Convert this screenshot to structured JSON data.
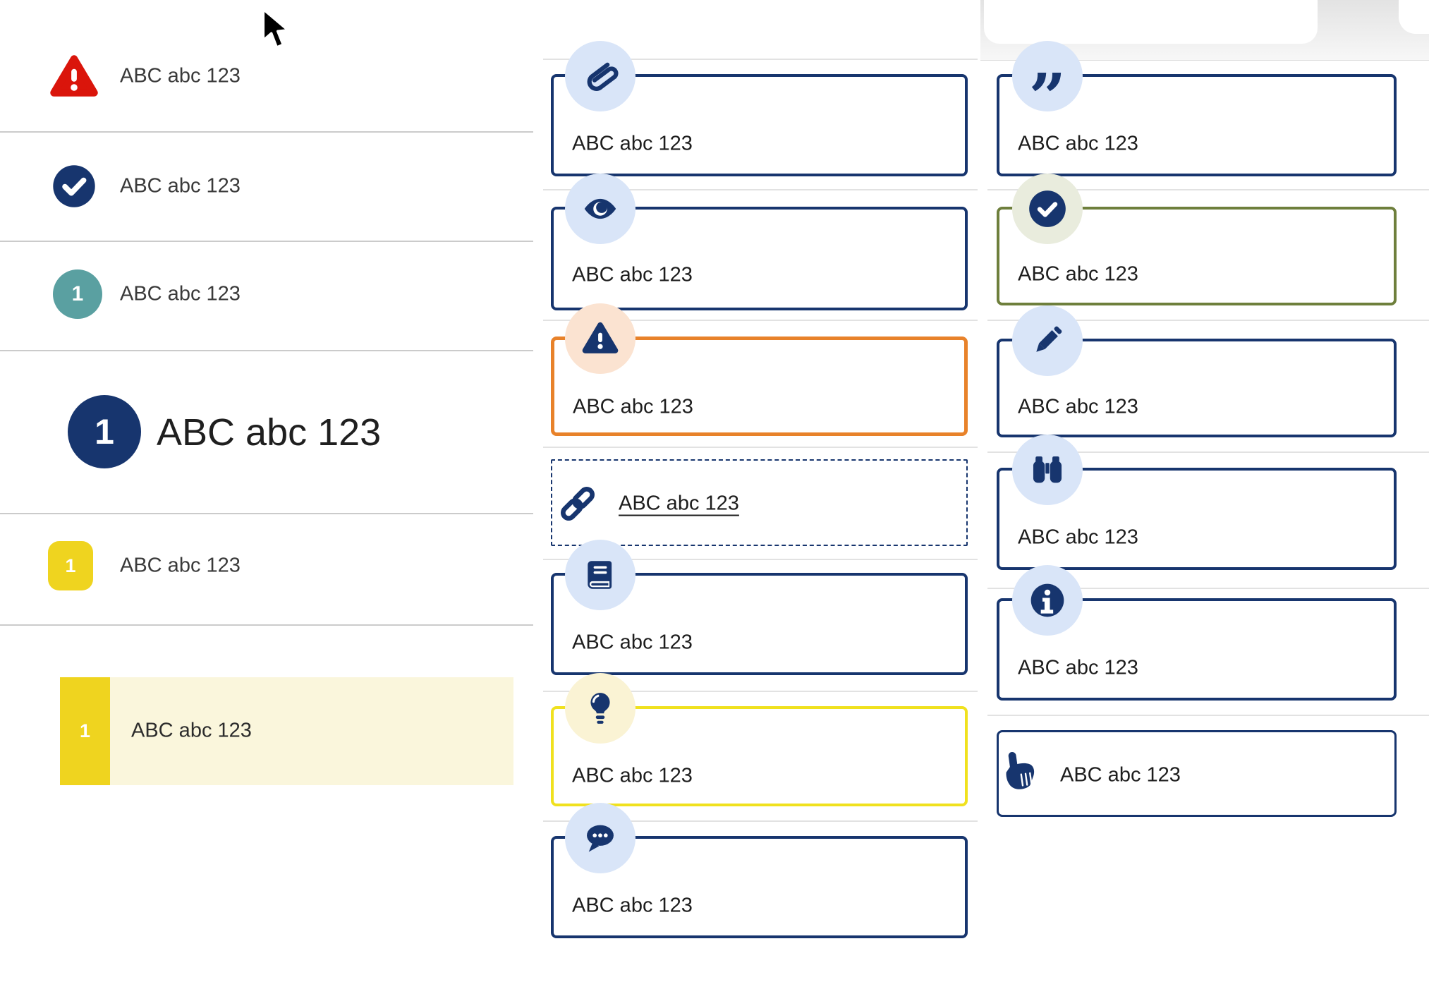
{
  "palette": {
    "navy": "#17356e",
    "red": "#da150b",
    "teal": "#5aa0a1",
    "orange_border": "#e8822a",
    "olive_border": "#6e7f3c",
    "yellow_border": "#f0e11e",
    "yellow_badge": "#efd41f",
    "light_blue_badge": "#d9e5f8",
    "peach_badge": "#fbe3d1",
    "sage_badge": "#e9ecdd",
    "pale_yellow_badge": "#faf3d4",
    "highlight_row": "#faf6dc",
    "text": "#1d1d1d"
  },
  "left_list": {
    "items": [
      {
        "icon": "alert-triangle-icon",
        "label": "ABC abc 123"
      },
      {
        "icon": "check-circle-icon",
        "label": "ABC abc 123"
      },
      {
        "icon": "teal-number-badge",
        "number": "1",
        "label": "ABC abc 123"
      },
      {
        "icon": "navy-number-badge-large",
        "number": "1",
        "label": "ABC abc 123"
      },
      {
        "icon": "yellow-number-badge",
        "number": "1",
        "label": "ABC abc 123"
      },
      {
        "icon": "yellow-number-bar",
        "number": "1",
        "label": "ABC abc 123",
        "highlighted": true
      }
    ]
  },
  "middle_callouts": {
    "items": [
      {
        "icon": "paperclip-icon",
        "label": "ABC abc 123",
        "style": "navy"
      },
      {
        "icon": "eye-icon",
        "label": "ABC abc 123",
        "style": "navy"
      },
      {
        "icon": "alert-triangle-icon",
        "label": "ABC abc 123",
        "style": "orange"
      },
      {
        "icon": "link-icon",
        "label": "ABC abc 123",
        "style": "dashed-link"
      },
      {
        "icon": "book-icon",
        "label": "ABC abc 123",
        "style": "navy"
      },
      {
        "icon": "lightbulb-icon",
        "label": "ABC abc 123",
        "style": "yellow"
      },
      {
        "icon": "speech-bubble-icon",
        "label": "ABC abc 123",
        "style": "navy"
      }
    ]
  },
  "right_callouts": {
    "items": [
      {
        "icon": "quote-icon",
        "label": "ABC abc 123",
        "style": "navy"
      },
      {
        "icon": "check-circle-icon",
        "label": "ABC abc 123",
        "style": "olive"
      },
      {
        "icon": "pencil-icon",
        "label": "ABC abc 123",
        "style": "navy"
      },
      {
        "icon": "binoculars-icon",
        "label": "ABC abc 123",
        "style": "navy"
      },
      {
        "icon": "info-icon",
        "label": "ABC abc 123",
        "style": "navy"
      },
      {
        "icon": "hand-point-up-icon",
        "label": "ABC abc 123",
        "style": "navy-thin"
      }
    ]
  },
  "quote_glyph": "”"
}
